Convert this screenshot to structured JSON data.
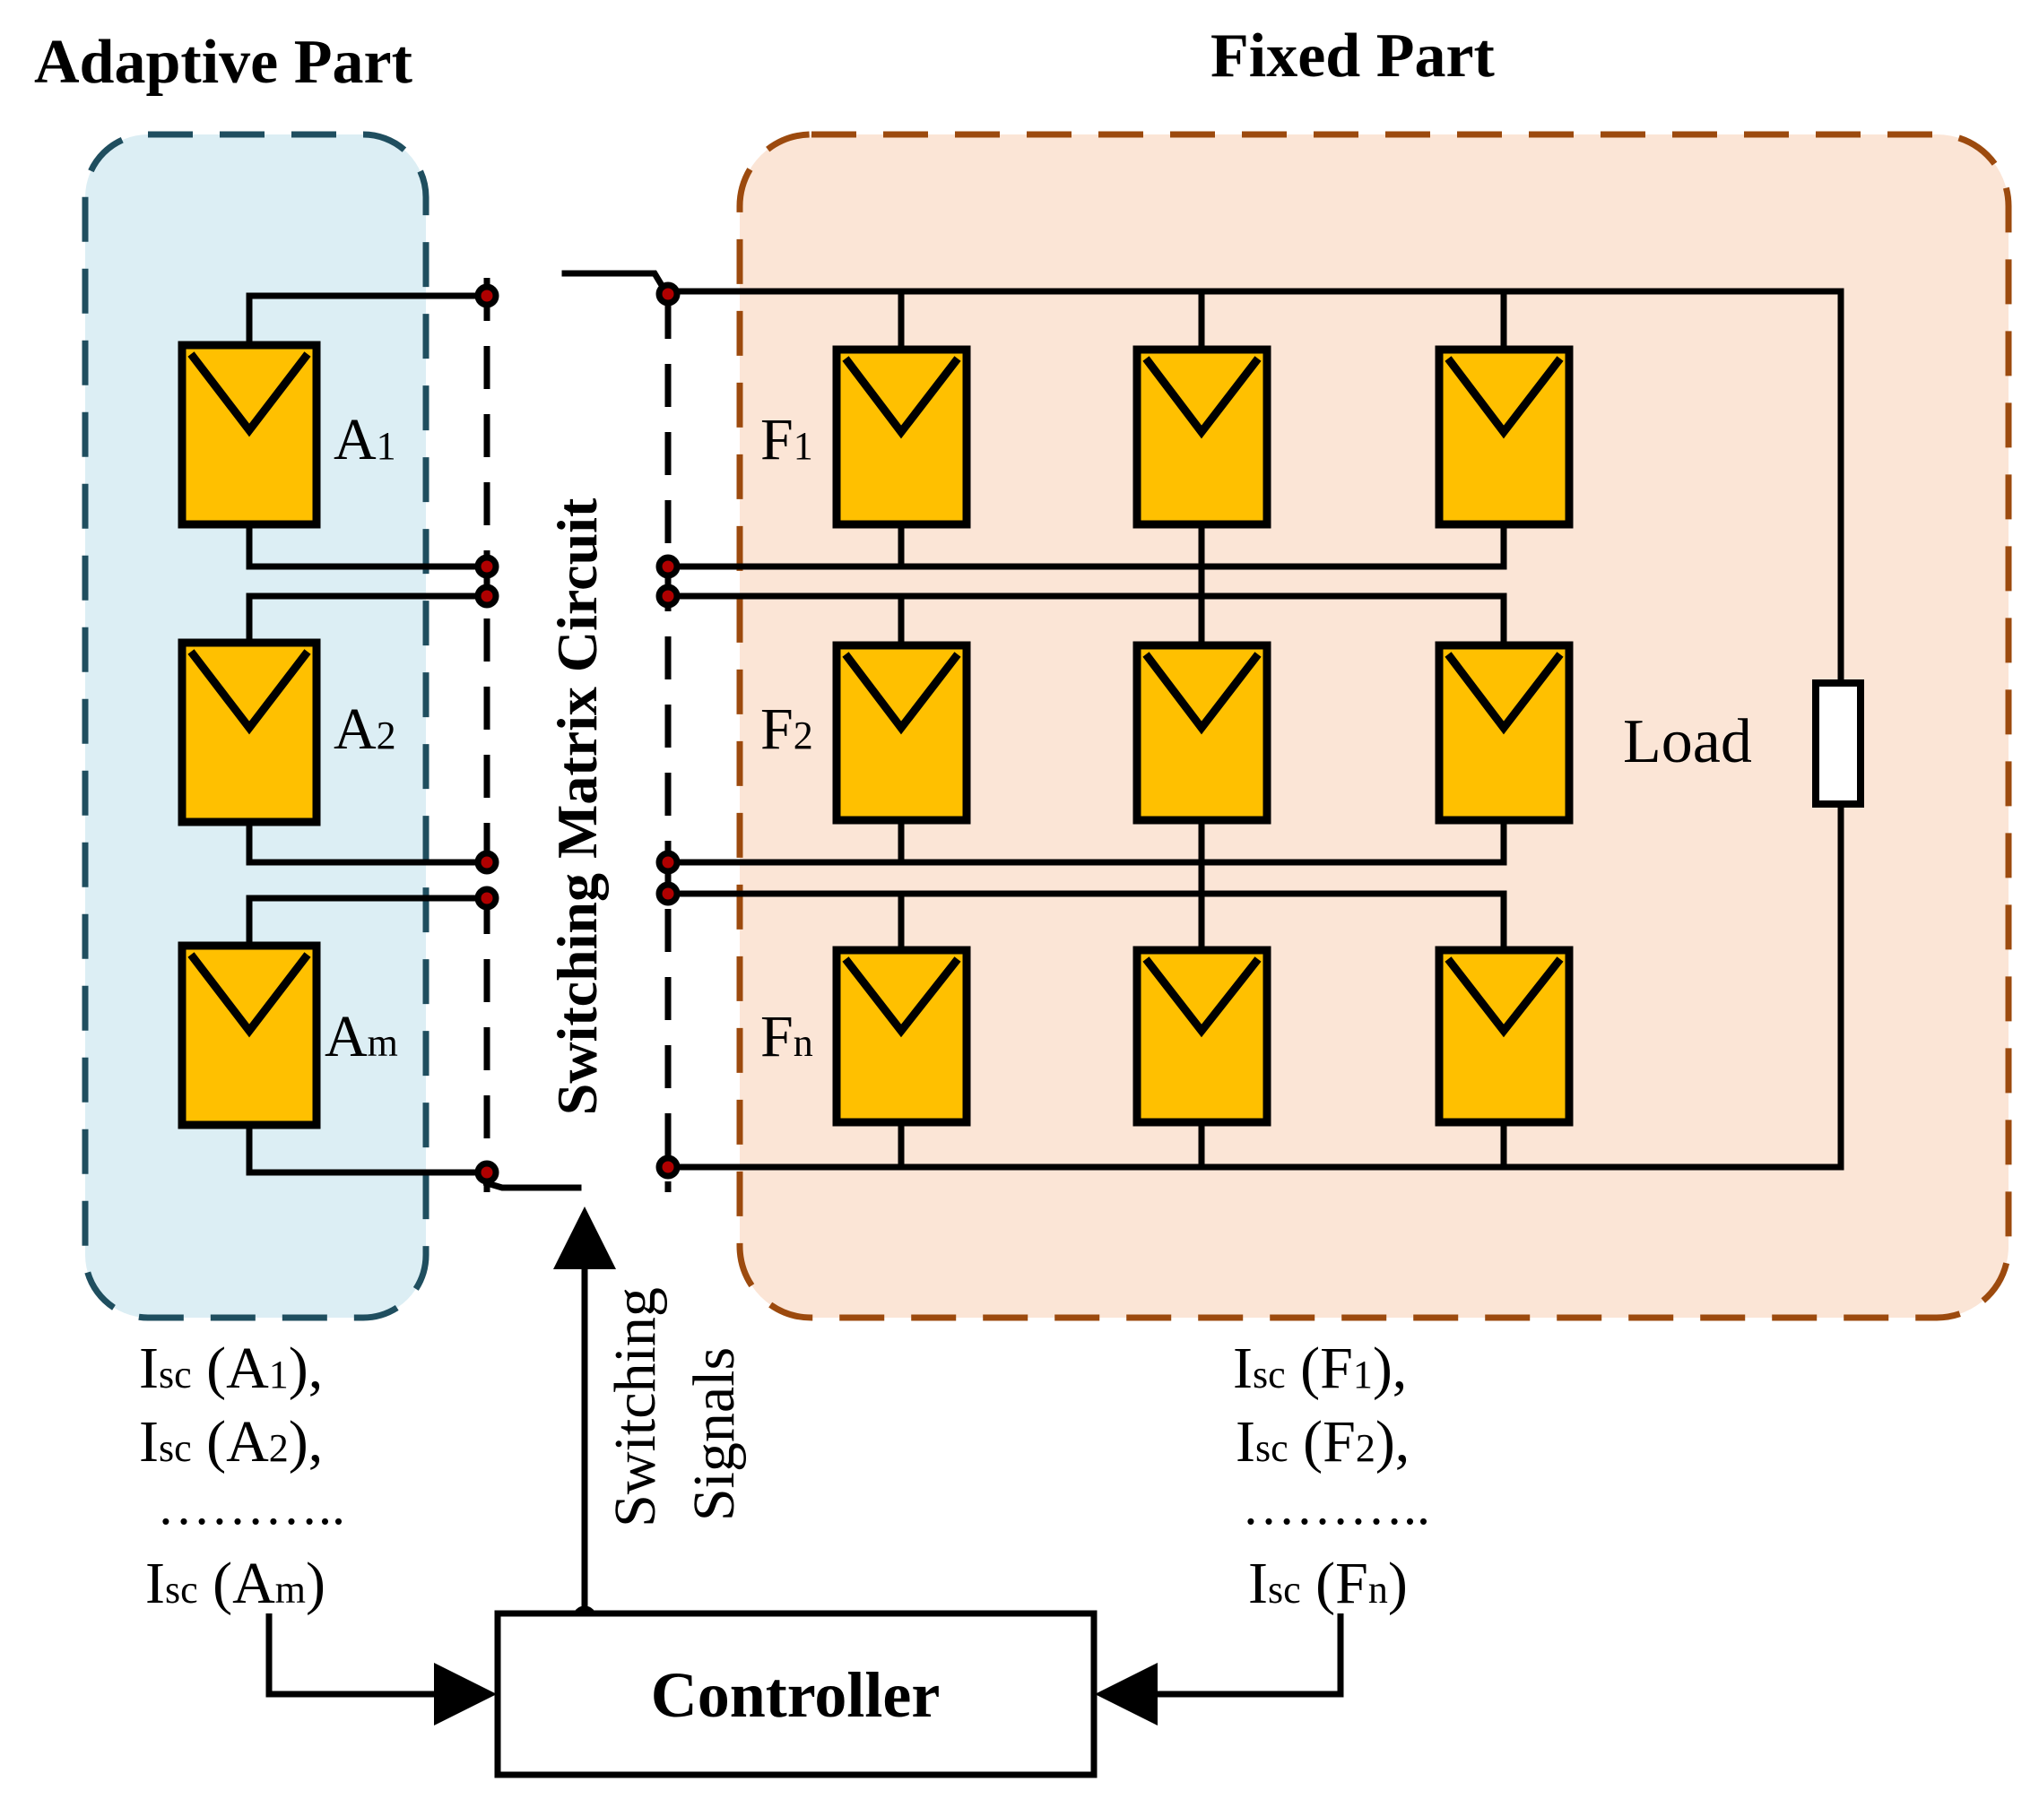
{
  "headings": {
    "adaptive": "Adaptive Part",
    "fixed": "Fixed Part"
  },
  "colors": {
    "adaptive_fill": "#DCEEF4",
    "adaptive_border": "#1F4E5F",
    "fixed_fill": "#FBE5D6",
    "fixed_border": "#9C4A0E",
    "panel_fill": "#FFC000",
    "node_fill": "#B00000"
  },
  "adaptive_panels": [
    {
      "base": "A",
      "sub": "1"
    },
    {
      "base": "A",
      "sub": "2"
    },
    {
      "base": "A",
      "sub": "m"
    }
  ],
  "fixed_rows": [
    {
      "base": "F",
      "sub": "1"
    },
    {
      "base": "F",
      "sub": "2"
    },
    {
      "base": "F",
      "sub": "n"
    }
  ],
  "switching_matrix_label": "Switching Matrix Circuit",
  "load_label": "Load",
  "switching_signals": {
    "line1": "Switching",
    "line2": "Signals"
  },
  "controller_label": "Controller",
  "adaptive_currents": {
    "lines": [
      {
        "pre": "I",
        "sub": "sc",
        "mid": " (A",
        "sub2": "1",
        "post": "),"
      },
      {
        "pre": "I",
        "sub": "sc",
        "mid": " (A",
        "sub2": "2",
        "post": "),"
      },
      {
        "pre": "I",
        "sub": "sc",
        "mid": " (A",
        "sub2": "m",
        "post": ")"
      }
    ],
    "dots": "……….."
  },
  "fixed_currents": {
    "lines": [
      {
        "pre": "I",
        "sub": "sc",
        "mid": " (F",
        "sub2": "1",
        "post": "),"
      },
      {
        "pre": "I",
        "sub": "sc",
        "mid": " (F",
        "sub2": "2",
        "post": "),"
      },
      {
        "pre": "I",
        "sub": "sc",
        "mid": " (F",
        "sub2": "n",
        "post": ")"
      }
    ],
    "dots": "……….."
  }
}
